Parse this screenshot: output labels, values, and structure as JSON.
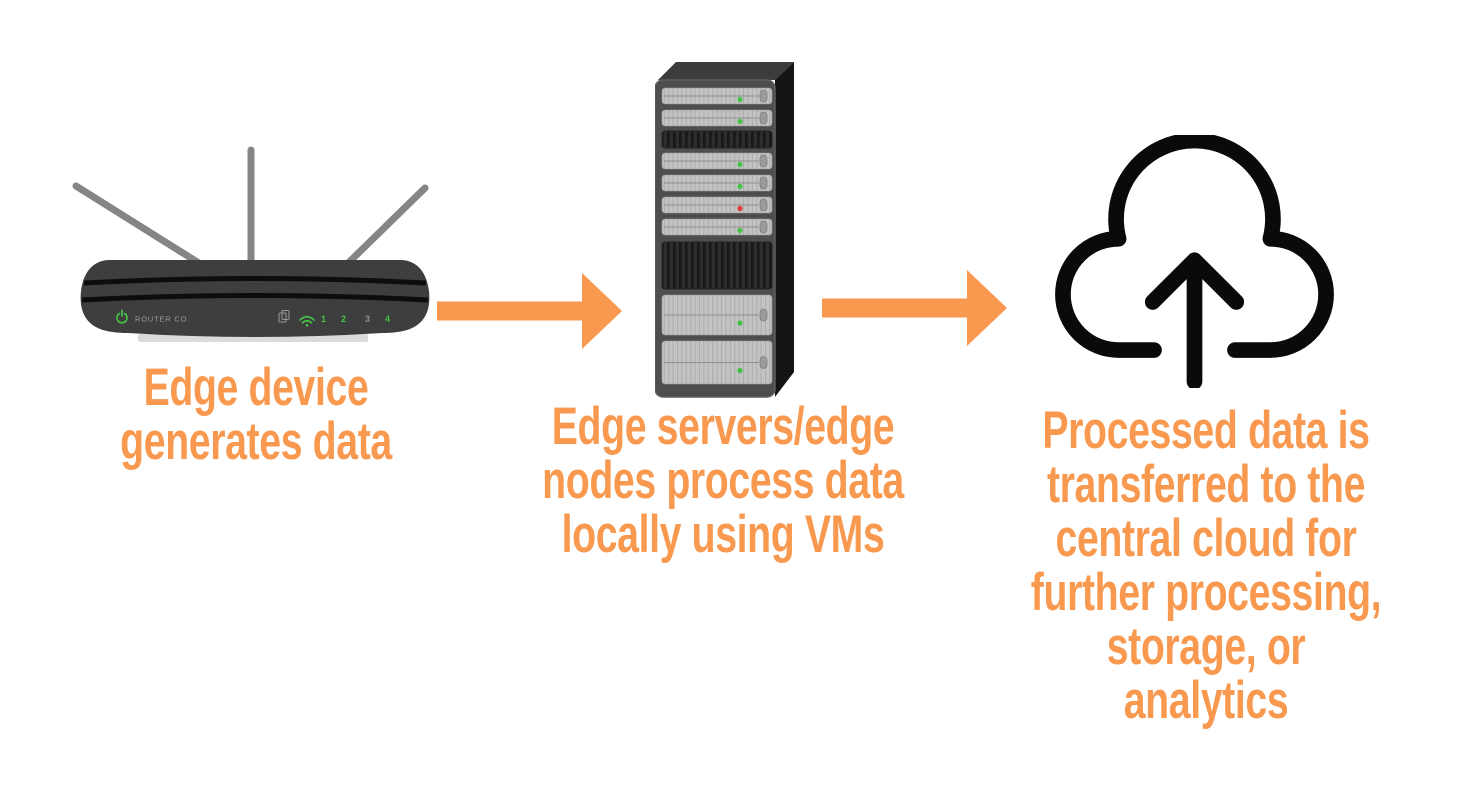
{
  "colors": {
    "background": "#FFFFFF",
    "accent": "#F8994F",
    "router_body": "#3E3E3E",
    "led_green": "#45C245",
    "led_red": "#E23B3B",
    "server_front": "#4E4E4E",
    "server_unit": "#C3C3C3",
    "server_vent": "#2D2D2D",
    "cloud_icon": "#0A0A0A"
  },
  "captions": [
    {
      "lines": [
        "Edge device",
        "generates data"
      ]
    },
    {
      "lines": [
        "Edge servers/edge",
        "nodes process data",
        "locally using VMs"
      ]
    },
    {
      "lines": [
        "Processed data is",
        "transferred to the",
        "central cloud for",
        "further processing,",
        "storage, or",
        "analytics"
      ]
    }
  ],
  "router": {
    "brand": "ROUTER CO.",
    "ports": [
      "1",
      "2",
      "3",
      "4"
    ],
    "dim_port_index": 2,
    "antenna_count": 3,
    "indicator_icons": [
      "power-icon",
      "internet-icon",
      "wifi-icon"
    ]
  },
  "server": {
    "units": [
      {
        "type": "slim",
        "led": "green"
      },
      {
        "type": "slim",
        "led": "green"
      },
      {
        "type": "vent"
      },
      {
        "type": "slim",
        "led": "green"
      },
      {
        "type": "slim",
        "led": "green"
      },
      {
        "type": "slim",
        "led": "red"
      },
      {
        "type": "slim",
        "led": "green"
      },
      {
        "type": "vent-tall"
      },
      {
        "type": "tall",
        "led": "green"
      },
      {
        "type": "tall",
        "led": "green"
      }
    ]
  },
  "cloud": {
    "icon": "cloud-upload-icon"
  },
  "flow": {
    "arrow_count": 2,
    "direction": "right"
  }
}
